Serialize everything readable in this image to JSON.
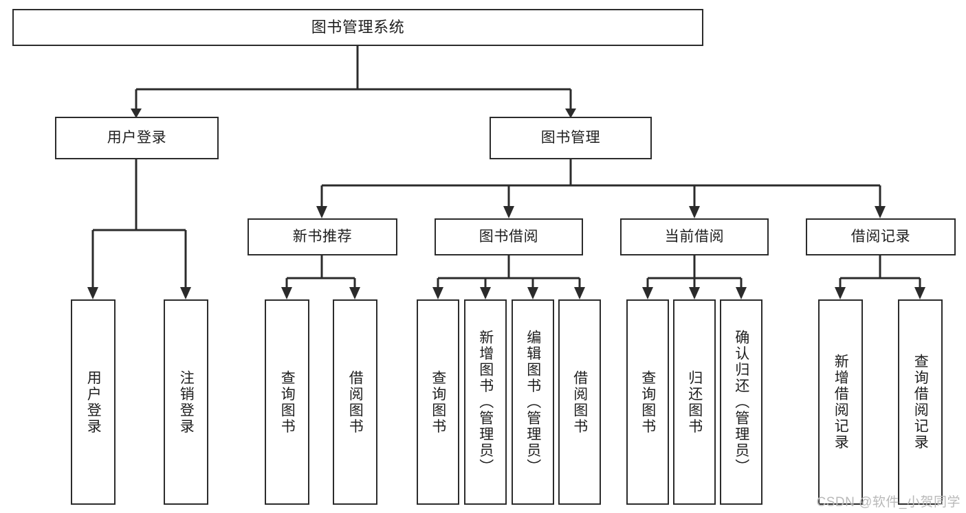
{
  "diagram": {
    "title": "图书管理系统",
    "type": "tree-hierarchy",
    "watermark": "CSDN @软件_小贺同学",
    "colors": {
      "stroke": "#2b2b2b",
      "fill": "#ffffff",
      "text": "#1e1e1e",
      "watermark": "#b9b9b9"
    }
  },
  "root": {
    "label": "图书管理系统"
  },
  "level2": [
    {
      "label": "用户登录"
    },
    {
      "label": "图书管理"
    }
  ],
  "level3": [
    {
      "label": "新书推荐"
    },
    {
      "label": "图书借阅"
    },
    {
      "label": "当前借阅"
    },
    {
      "label": "借阅记录"
    }
  ],
  "leaves": {
    "user_login": [
      {
        "label": "用户登录"
      },
      {
        "label": "注销登录"
      }
    ],
    "new_book_recommend": [
      {
        "label": "查询图书"
      },
      {
        "label": "借阅图书"
      }
    ],
    "book_borrow": [
      {
        "label": "查询图书"
      },
      {
        "label": "新增图书（管理员）"
      },
      {
        "label": "编辑图书（管理员）"
      },
      {
        "label": "借阅图书"
      }
    ],
    "current_borrow": [
      {
        "label": "查询图书"
      },
      {
        "label": "归还图书"
      },
      {
        "label": "确认归还（管理员）"
      }
    ],
    "borrow_records": [
      {
        "label": "新增借阅记录"
      },
      {
        "label": "查询借阅记录"
      }
    ]
  }
}
